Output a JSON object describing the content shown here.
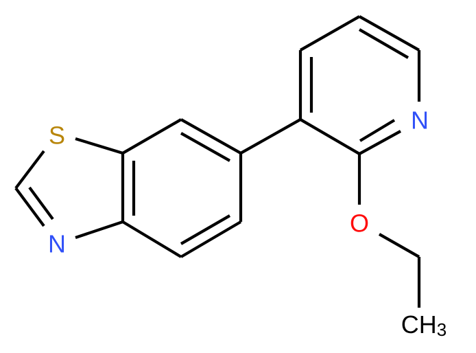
{
  "molecule": {
    "atoms": {
      "sulfur": {
        "label": "S",
        "color": "#b8860b"
      },
      "thiazole_nitrogen": {
        "label": "N",
        "color": "#3050f8"
      },
      "pyridine_nitrogen": {
        "label": "N",
        "color": "#3050f8"
      },
      "oxygen": {
        "label": "O",
        "color": "#ff0d0d"
      },
      "methyl": {
        "label": "CH",
        "subscript": "3",
        "color": "#000000"
      }
    },
    "bond_color": "#000000"
  }
}
